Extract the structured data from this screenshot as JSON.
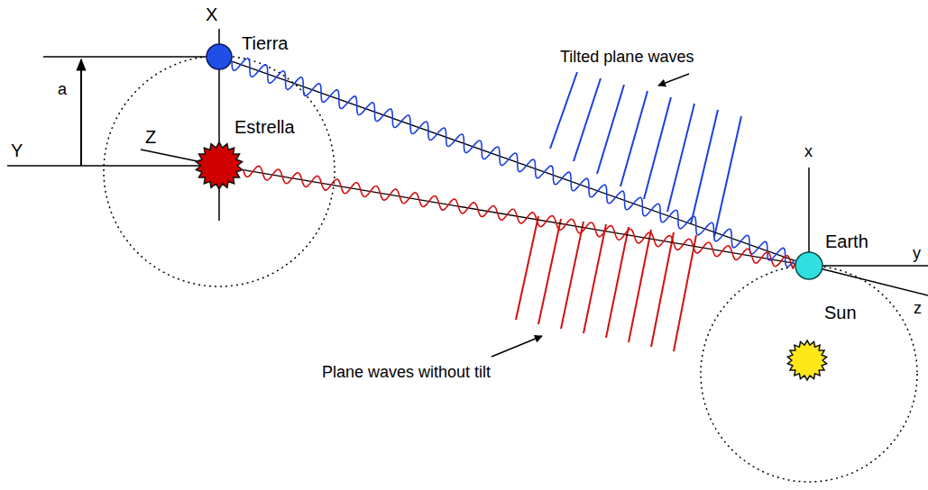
{
  "diagram": {
    "nodes": [
      {
        "text": [
          "Tierra"
        ]
      },
      {
        "text": [
          "Estrella"
        ]
      },
      {
        "text": [
          "Earth"
        ]
      },
      {
        "text": [
          "Sun"
        ]
      }
    ],
    "edges": [
      {
        "from": 0,
        "to": 2,
        "arrow": "none"
      },
      {
        "from": 1,
        "to": 2,
        "arrow": "none"
      }
    ],
    "labels": [
      "X",
      "Y",
      "Z",
      "a",
      "Tilted plane waves",
      "Plane waves without tilt",
      "x",
      "y",
      "z"
    ]
  }
}
